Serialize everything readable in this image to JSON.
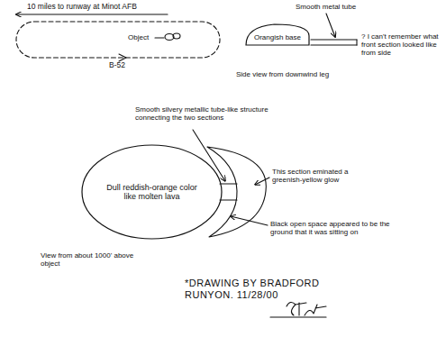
{
  "diagram": {
    "nodes": [
      {
        "text": [
          "Orangish base"
        ]
      },
      {
        "text": [
          "Dull reddish-orange color like molten lava"
        ]
      }
    ],
    "labels": [
      "10 miles to runway at Minot AFB",
      "Object",
      "B-52",
      "Smooth metal tube",
      "? I can't remember what front section looked like from side",
      "Side view from downwind leg",
      "Smooth silvery metallic tube-like structure connecting the two sections",
      "This section eminated a greenish-yellow glow",
      "Black open space appeared to be the ground that it was sitting on",
      "View from about 1000' above object",
      "*DRAWING BY BRADFORD RUNYON. 11/28/00"
    ]
  }
}
